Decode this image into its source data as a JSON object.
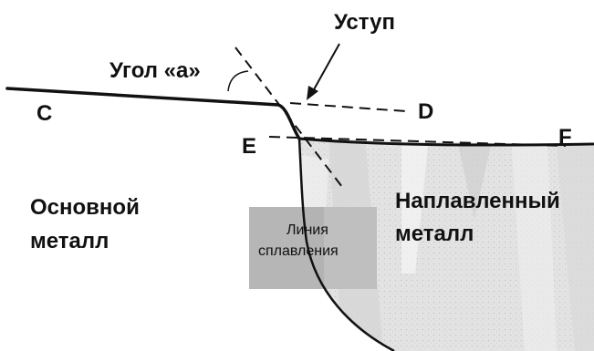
{
  "labels": {
    "ledge": "Уступ",
    "angle": "Угол «а»",
    "point_c": "C",
    "point_d": "D",
    "point_e": "E",
    "point_f": "F",
    "base_metal_line1": "Основной",
    "base_metal_line2": "металл",
    "weld_metal_line1": "Наплавленный",
    "weld_metal_line2": "металл",
    "fusion_line1": "Линия",
    "fusion_line2": "сплавления"
  }
}
